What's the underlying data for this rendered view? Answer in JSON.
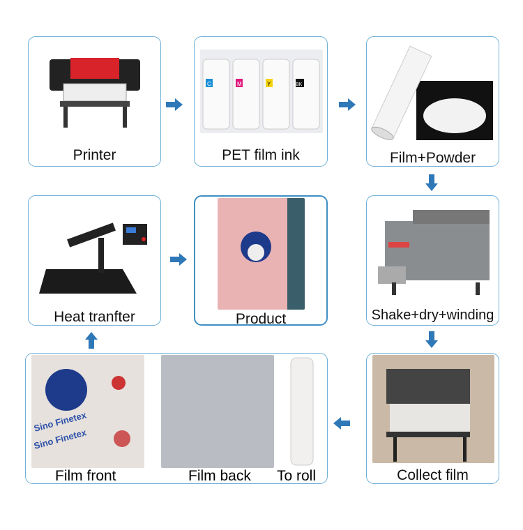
{
  "steps": {
    "printer": "Printer",
    "ink": "PET film ink",
    "film_powder": "Film+Powder",
    "shake": "Shake+dry+winding",
    "collect": "Collect film",
    "film_front": "Film front",
    "film_back": "Film back",
    "to_roll": "To roll",
    "heat": "Heat tranfter",
    "product": "Product"
  },
  "ink_labels": [
    "C",
    "M",
    "Y",
    "BK"
  ],
  "colors": {
    "border": "#6fb0d8",
    "arrow": "#2f78b8"
  }
}
